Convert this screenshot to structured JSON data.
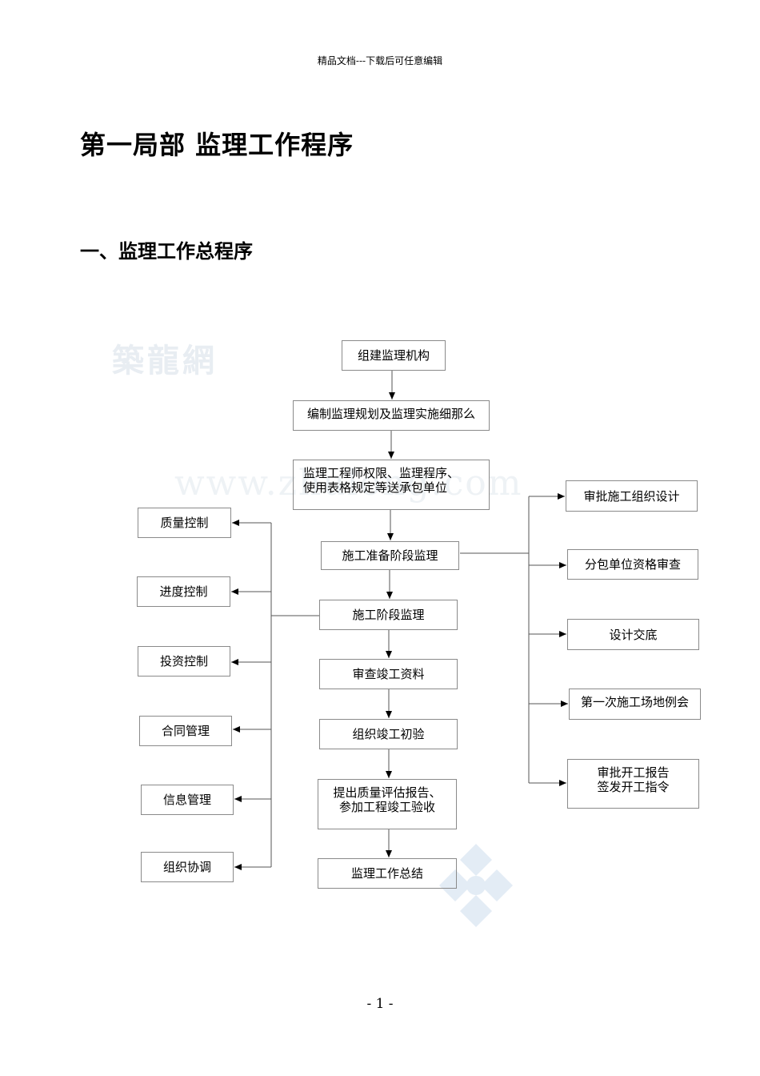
{
  "header": {
    "text": "精品文档---下载后可任意编辑"
  },
  "title": "第一局部  监理工作程序",
  "section": "一、监理工作总程序",
  "page_number": "- 1 -",
  "watermark": {
    "brand": "築龍網",
    "url": "www.zhulong.com"
  },
  "flow": {
    "center": [
      "组建监理机构",
      "编制监理规划及监理实施细那么",
      "监理工程师权限、监理程序、\n使用表格规定等送承包单位",
      "施工准备阶段监理",
      "施工阶段监理",
      "审查竣工资料",
      "组织竣工初验",
      "提出质量评估报告、\n参加工程竣工验收",
      "监理工作总结"
    ],
    "left": [
      "质量控制",
      "进度控制",
      "投资控制",
      "合同管理",
      "信息管理",
      "组织协调"
    ],
    "right": [
      "审批施工组织设计",
      "分包单位资格审查",
      "设计交底",
      "第一次施工场地例会",
      "审批开工报告\n签发开工指令"
    ]
  }
}
